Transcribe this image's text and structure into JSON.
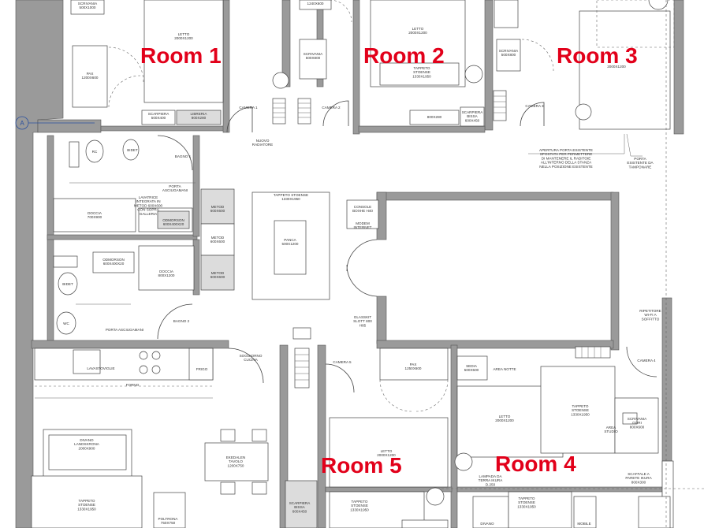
{
  "room_titles": [
    "Room 1",
    "Room 2",
    "Room 3",
    "Room 4",
    "Room 5"
  ],
  "axis_marker": "A",
  "labels": {
    "scrivania_tl": "SCRIVANIA\n500X1000",
    "pax_1": "PAX\n1200X600",
    "letto_1": "LETTO\n2000X1200",
    "scarpiera_1": "SCARPIERA\n500X400",
    "libreria_1": "LIBRERIA\n800X280",
    "camera_1": "CAMERA 1",
    "nuovo_radiatore": "NUOVO\nRADIATORE",
    "box_1240": "1240X600",
    "scrivania_2": "SCRIVANIA\n500X800",
    "camera_2": "CAMERA 2",
    "letto_2": "LETTO\n2000X1200",
    "tappeto_2": "TAPPETO\nSTOENSE\n1330X1950",
    "box_800": "800X280",
    "scarpiera_2": "SCARPIERA\nBISSA\n600X450",
    "scrivania_3": "SCRIVANIA\n500X800",
    "letto_3": "2000X1200",
    "camera_3": "CAMERA 3",
    "apertura": "APERTURA PORTA ESISTENTE\nSPOSTATA PER PERMETTERE\nDI MANTENERE IL RADITOIE\nALL'INTERNO DELLA STANZA\nNELLA POSIZIONE ESISTENTE",
    "porta_esistente": "PORTA\nESISTENTE DA\nTAMPONARE",
    "bagno_1": "BAGNO 1",
    "rc": "RC",
    "bidet": "BIDET",
    "doccia_1": "DOCCIA\n700X900",
    "lavatrice": "LAVATRICE\nINTEGRATA IN\nMETOD 600X600\nCON SOPRA\nGALLERIA",
    "odmorson_1": "ODMORSON\n600X400X20",
    "porta_asciugamani_1": "PORTA\nASCIUGAMANI",
    "metod_1": "METOD\n600X600",
    "metod_2": "METOD\n600X600",
    "metod_3": "METOD\n600X600",
    "tappeto_sala": "TAPPETO STOENSE\n1330X1950",
    "panca": "PANCA\n500X1200",
    "console": "CONSOLE\nBOXHE H40",
    "modem": "MODEM\nINTERNET",
    "odmorson_2": "ODMORSON\n600X400X20",
    "doccia_2": "DOCCIA\n800X1200",
    "bidet_2": "BIDET",
    "wc_2": "WC",
    "porta_asciugamani_2": "PORTA ASCIUGAMANI",
    "bagno_2": "BAGNO 2",
    "lavastoviglie": "LAVASTOVIGLIE",
    "forno": "FORNO",
    "frigo": "FRIGO",
    "soggiorno": "SOGGIORNO\nCUCINA",
    "camera_5": "CAMERA 5",
    "glasskit": "GLASSKIT\nSLOTT 800\nH85",
    "pax_5": "PAX\n1250X600",
    "sedia": "SEDIA\n500X500",
    "area_notte": "AREA NOTTE",
    "letto_4": "LETTO\n2000X1200",
    "tappeto_4a": "TAPPETO\nSTOENSE\n1330X1950",
    "area_studio": "AREA\nSTUDIO",
    "scrivania_4": "SCRIVANIA\nGORI\n800X600",
    "ripetitore": "RIPETITORE\nWI-FI A\nSOFFITTO",
    "camera_4": "CAMERA 4",
    "scaffale": "SCAFFALE A\nPARETE IKURA\n800X300",
    "lampada": "LAMPADA DA\nTERRA IKURA\nD.250",
    "tappeto_4b": "TAPPETO\nSTOENSE\n1330X1950",
    "mobile": "MOBILE",
    "divano_4": "DIVANO",
    "divano_sala": "DIVANO\nLANDSKRONA\n2000X900",
    "tappeto_sala_2": "TAPPETO\nSTOENSE\n1330X1950",
    "poltrona": "POLTRONA\n750X750",
    "ekedalen": "EKEDALEN\nTAVOLO\n1200X750",
    "letto_5": "LETTO\n2000X1200",
    "tappeto_5": "TAPPETO\nSTOENSE\n1330X1950",
    "scarpiera_5": "SCARPIERA\nBISSA\n600X450"
  }
}
